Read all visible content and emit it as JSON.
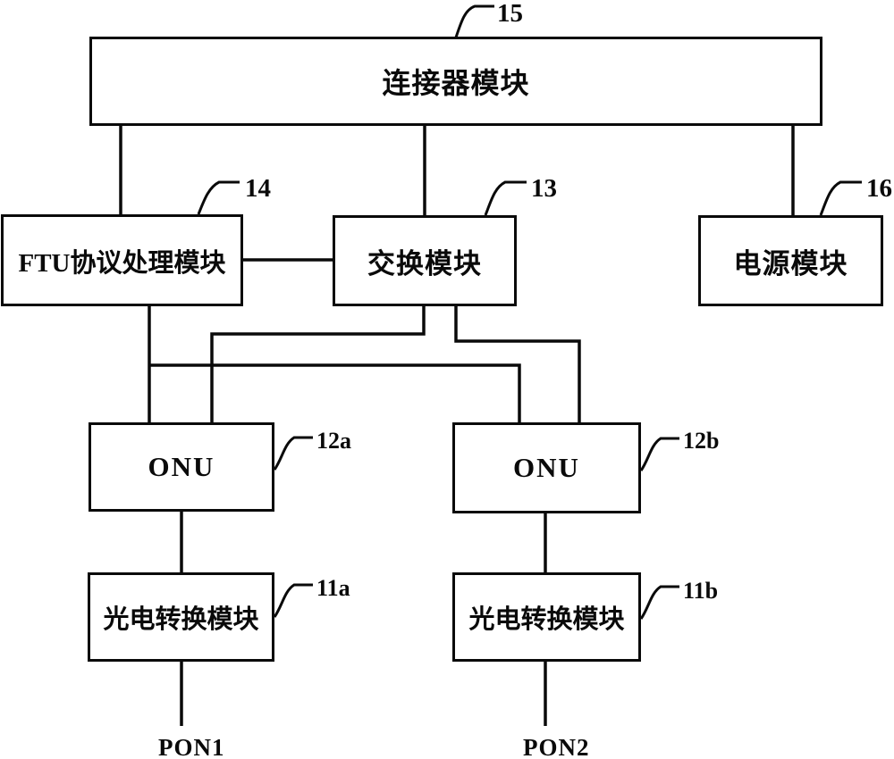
{
  "figure": {
    "background_color": "#ffffff",
    "line_color": "#0a0a0a",
    "blocks": [
      {
        "id": "connector-module",
        "label": "连接器模块",
        "ref": "15"
      },
      {
        "id": "ftu-protocol-module",
        "label": "FTU协议处理模块",
        "ref": "14"
      },
      {
        "id": "switch-module",
        "label": "交换模块",
        "ref": "13"
      },
      {
        "id": "power-module",
        "label": "电源模块",
        "ref": "16"
      },
      {
        "id": "onu-a",
        "label": "ONU",
        "ref": "12a"
      },
      {
        "id": "onu-b",
        "label": "ONU",
        "ref": "12b"
      },
      {
        "id": "optical-electrical-module-a",
        "label": "光电转换模块",
        "ref": "11a"
      },
      {
        "id": "optical-electrical-module-b",
        "label": "光电转换模块",
        "ref": "11b"
      }
    ],
    "ports": [
      {
        "id": "pon1",
        "label": "PON1"
      },
      {
        "id": "pon2",
        "label": "PON2"
      }
    ],
    "connections": [
      "connector-module — ftu-protocol-module",
      "connector-module — switch-module",
      "connector-module — power-module",
      "ftu-protocol-module — switch-module",
      "ftu-protocol-module — onu-a",
      "ftu-protocol-module — onu-b",
      "switch-module — onu-a",
      "switch-module — onu-b",
      "onu-a — optical-electrical-module-a",
      "onu-b — optical-electrical-module-b",
      "optical-electrical-module-a — PON1",
      "optical-electrical-module-b — PON2"
    ]
  }
}
